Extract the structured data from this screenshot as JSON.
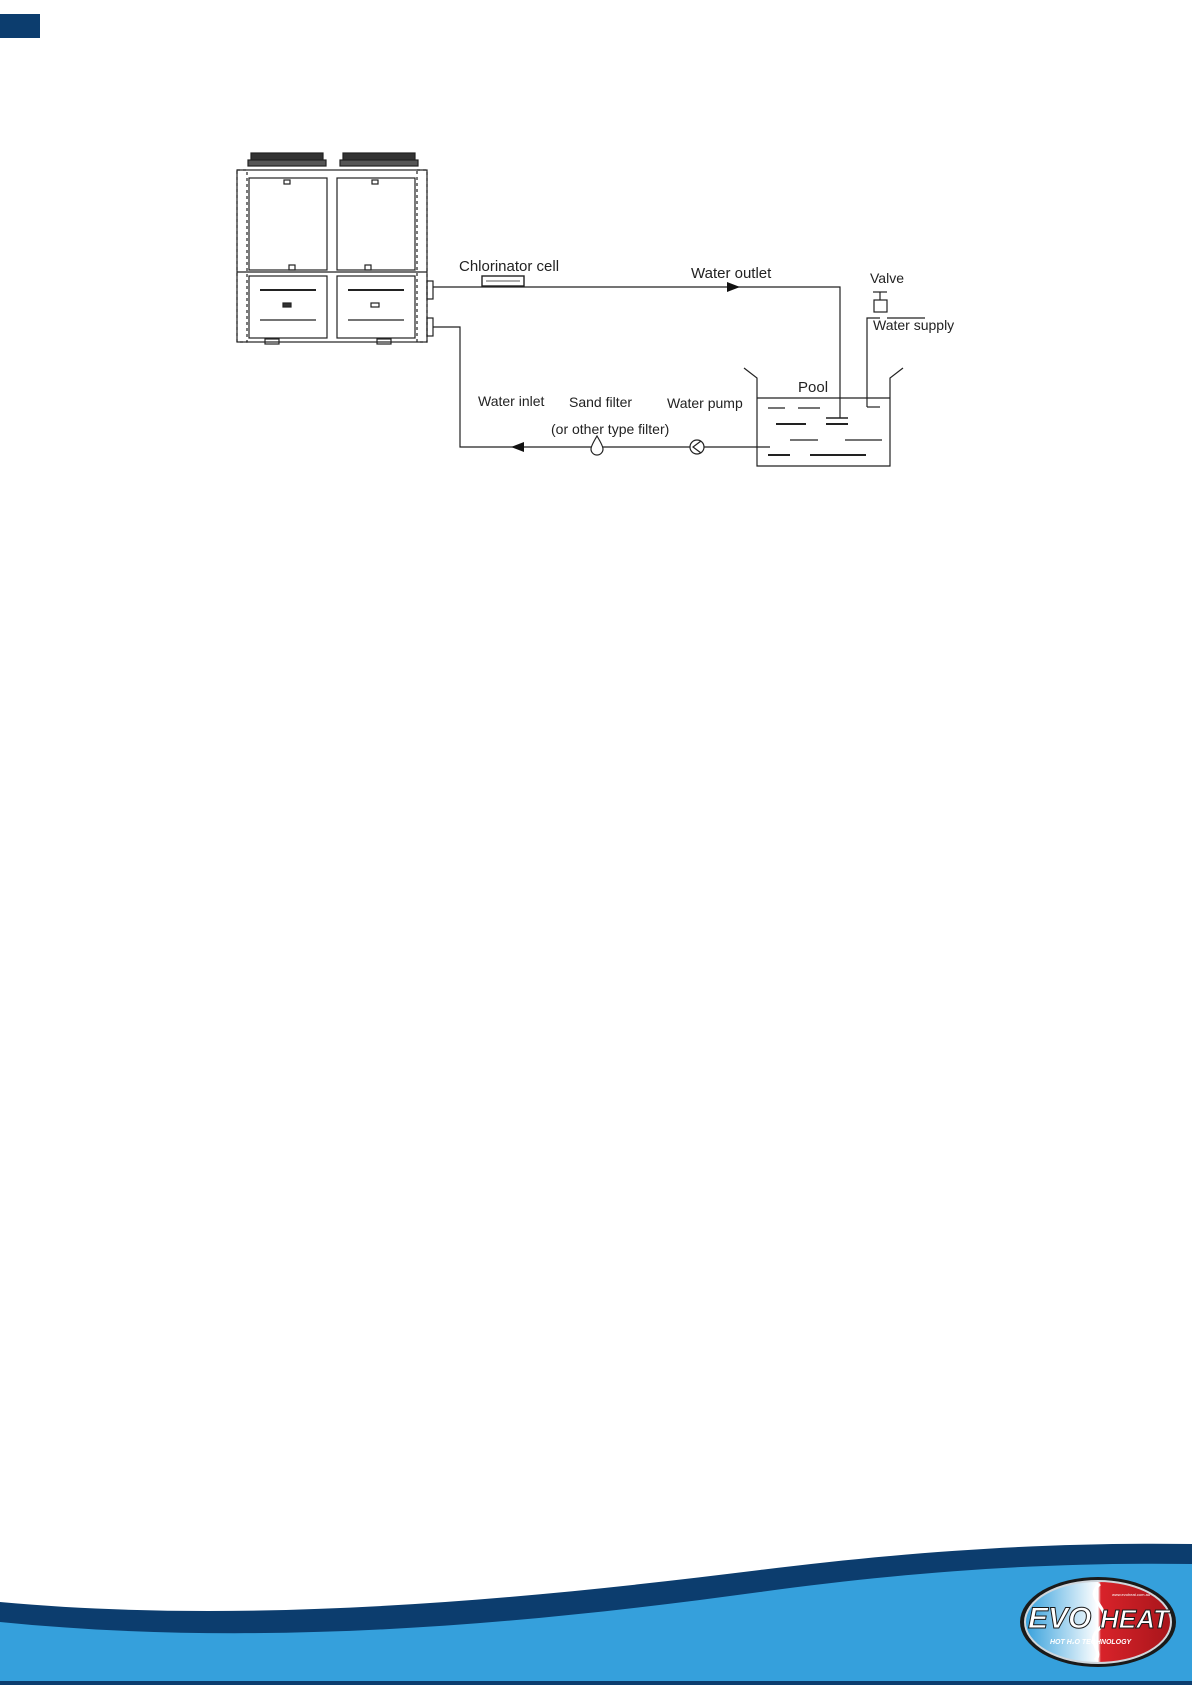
{
  "diagram": {
    "labels": {
      "chlorinator_cell": "Chlorinator cell",
      "water_outlet": "Water outlet",
      "valve": "Valve",
      "water_supply": "Water supply",
      "pool": "Pool",
      "water_inlet": "Water inlet",
      "sand_filter": "Sand filter",
      "other_filter": "(or other type filter)",
      "water_pump": "Water pump"
    }
  },
  "footer": {
    "logo_left": "EVO",
    "logo_right": "HEAT",
    "tagline": "HOT H₂O TECHNOLOGY",
    "website": "www.evoheat.com.au"
  },
  "colors": {
    "dark_navy": "#0c3d6e",
    "wave_blue": "#35a0dc",
    "logo_red": "#d8232a",
    "line": "#222222"
  }
}
